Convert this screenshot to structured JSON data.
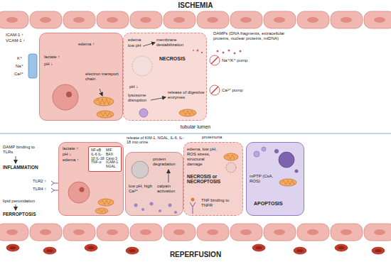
{
  "diagram": {
    "nodes": [
      {
        "text": [
          "ISCHEMIA"
        ]
      },
      {
        "text": [
          "lactate ↑",
          "pH ↓",
          "edema ↑",
          "electron transport chain"
        ],
        "in": 0
      },
      {
        "text": [
          "edema",
          "low pH",
          "membrane destabilization",
          "NECROSIS",
          "pH ↓",
          "lysosome disruption",
          "release of digestive enzymes"
        ],
        "in": 0
      },
      {
        "text": [
          "REPERFUSION"
        ]
      },
      {
        "text": [
          "lactate ↑",
          "pH ↓",
          "edema ↑"
        ],
        "in": 3
      },
      {
        "text": [
          "NF-κB IL-6 IL-1β IL-18 TNF-α",
          "MIF BAX Casp 3 ICAM-1 NGAL"
        ],
        "in": 4
      },
      {
        "text": [
          "protein degradation",
          "low pH, high Ca²⁺",
          "calpain activation"
        ],
        "in": 3
      },
      {
        "text": [
          "edema, low pH, ROS stress, structural damage",
          "NECROSIS or NECROPTOSIS",
          "TNF binding to TNFR"
        ],
        "in": 3
      },
      {
        "text": [
          "mPTP (CsA, ROS)",
          "APOPTOSIS"
        ],
        "in": 3
      }
    ],
    "labels": [
      "ICAM-1 ↑",
      "VCAM-1 ↑",
      "K⁺",
      "Na⁺",
      "Ca²⁺",
      "Na⁺/K⁺ pump",
      "Ca²⁺ pump",
      "DAMPs (DNA fragments, extracellular proteins, nuclear proteins, mtDNA)",
      "tubular lumen",
      "DAMP binding to TLRs",
      "INFLAMMATION",
      "TLR2 ↑",
      "TLR4 ↑",
      "lipid peroxidation",
      "FERROPTOSIS",
      "release of KIM-1, NGAL, IL-6, IL-18 into urine",
      "proteinuria"
    ]
  }
}
